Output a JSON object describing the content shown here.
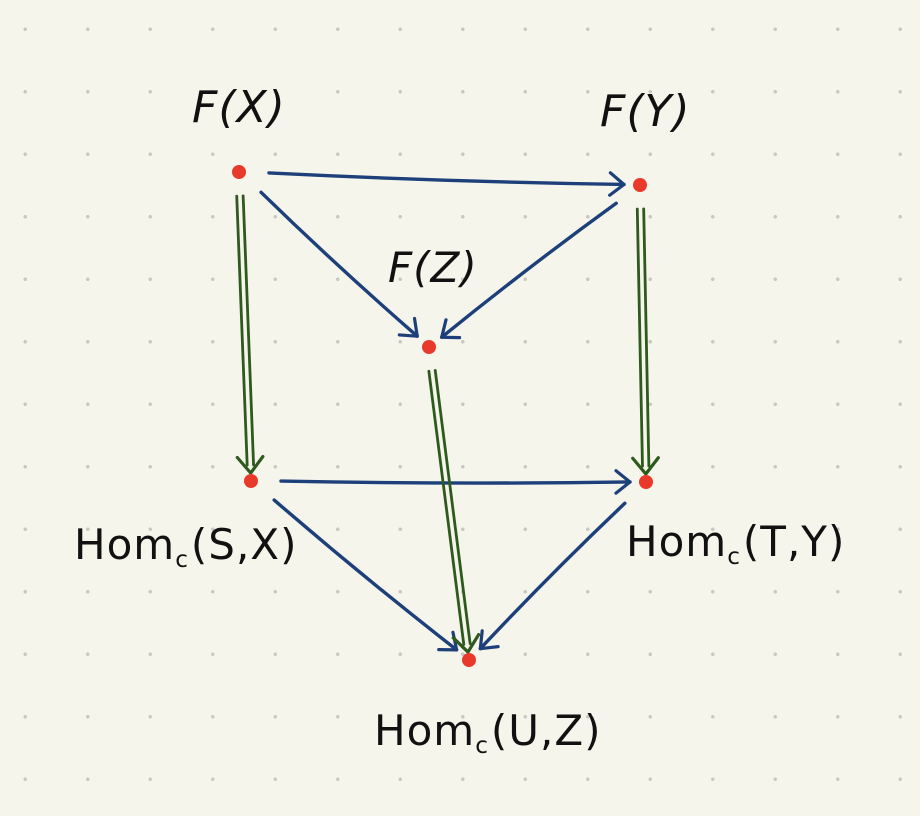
{
  "diagram": {
    "colors": {
      "background": "#f6f5ec",
      "dots": "#c9c9c2",
      "nodes": "#e8392b",
      "blue_arrows": "#1d3f7a",
      "green_arrows": "#2e5a1d",
      "text": "#111111"
    },
    "nodes": {
      "fx": {
        "name": "F",
        "arg": "(X)"
      },
      "fy": {
        "name": "F",
        "arg": "(Y)"
      },
      "fz": {
        "name": "F",
        "arg": "(Z)"
      },
      "hsx": {
        "name": "Hom",
        "sub": "c",
        "arg": "(S,X)"
      },
      "hty": {
        "name": "Hom",
        "sub": "c",
        "arg": "(T,Y)"
      },
      "huz": {
        "name": "Hom",
        "sub": "c",
        "arg": "(U,Z)"
      }
    },
    "edges": [
      {
        "from": "fx",
        "to": "fy",
        "kind": "blue"
      },
      {
        "from": "fx",
        "to": "fz",
        "kind": "blue"
      },
      {
        "from": "fy",
        "to": "fz",
        "kind": "blue"
      },
      {
        "from": "hsx",
        "to": "hty",
        "kind": "blue"
      },
      {
        "from": "hsx",
        "to": "huz",
        "kind": "blue"
      },
      {
        "from": "hty",
        "to": "huz",
        "kind": "blue"
      },
      {
        "from": "fx",
        "to": "hsx",
        "kind": "green"
      },
      {
        "from": "fy",
        "to": "hty",
        "kind": "green"
      },
      {
        "from": "fz",
        "to": "huz",
        "kind": "green"
      }
    ]
  }
}
